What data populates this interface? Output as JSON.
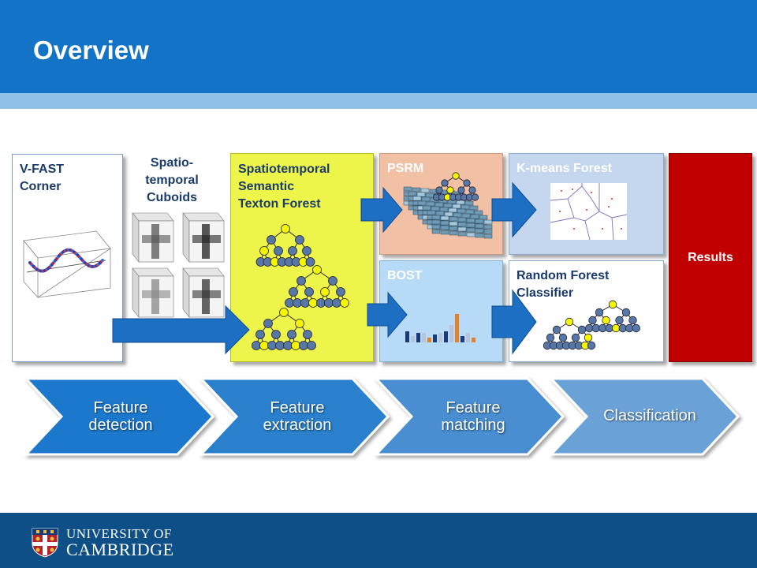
{
  "slide": {
    "title": "Overview"
  },
  "boxes": {
    "vfast": "V-FAST\nCorner",
    "cuboids": "Spatio-\ntemporal\nCuboids",
    "stsf": "Spatiotemporal\nSemantic\nTexton Forest",
    "psrm": "PSRM",
    "bost": "BOST",
    "kmeans": "K-means Forest",
    "rfc": "Random Forest\nClassifier",
    "results": "Results"
  },
  "stages": [
    "Feature\ndetection",
    "Feature\nextraction",
    "Feature\nmatching",
    "Classification"
  ],
  "footer": {
    "line1": "UNIVERSITY OF",
    "line2": "CAMBRIDGE"
  },
  "colors": {
    "header": "#1373c6",
    "strip": "#8fc1e6",
    "footer": "#0d4f86",
    "stsf_box": "#eef54a",
    "psrm_box": "#f2c1a5",
    "bost_box": "#b7dbf6",
    "kmeans_box": "#c4d7ef",
    "results_box": "#c00000",
    "arrow": "#1d6fc4",
    "tree_node": "#5778a6",
    "tree_leaf_hi": "#f5f500"
  }
}
